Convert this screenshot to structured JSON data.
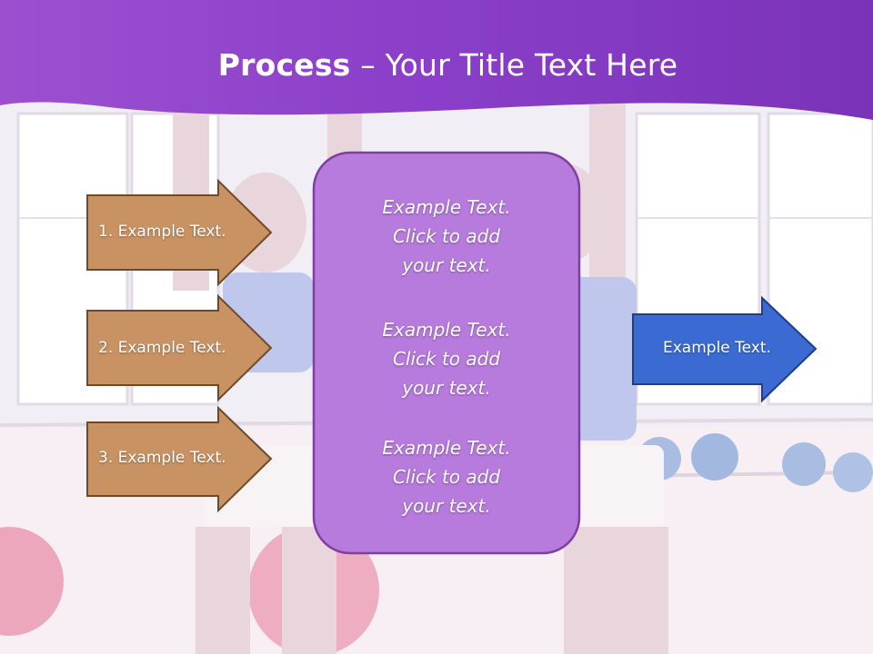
{
  "slide": {
    "title_bold": "Process",
    "title_rest": " – Your Title Text Here",
    "left_arrows": [
      {
        "label": "1. Example Text."
      },
      {
        "label": "2. Example Text."
      },
      {
        "label": "3. Example Text."
      }
    ],
    "center_blocks": [
      {
        "line1": "Example Text.",
        "line2": "Click  to add",
        "line3": "your text."
      },
      {
        "line1": "Example Text.",
        "line2": "Click  to add",
        "line3": "your text."
      },
      {
        "line1": "Example Text.",
        "line2": "Click  to add",
        "line3": "your text."
      }
    ],
    "right_arrow": {
      "label": "Example Text."
    }
  },
  "colors": {
    "header": "#8a3ec9",
    "left_arrow_fill": "#c99263",
    "left_arrow_stroke": "#6e4a2a",
    "center_fill": "#b77add",
    "center_stroke": "#7e3fa0",
    "right_arrow_fill": "#3a6ad2",
    "right_arrow_stroke": "#1d3e8a"
  },
  "icons": {
    "background": "fitness-class-photo"
  }
}
